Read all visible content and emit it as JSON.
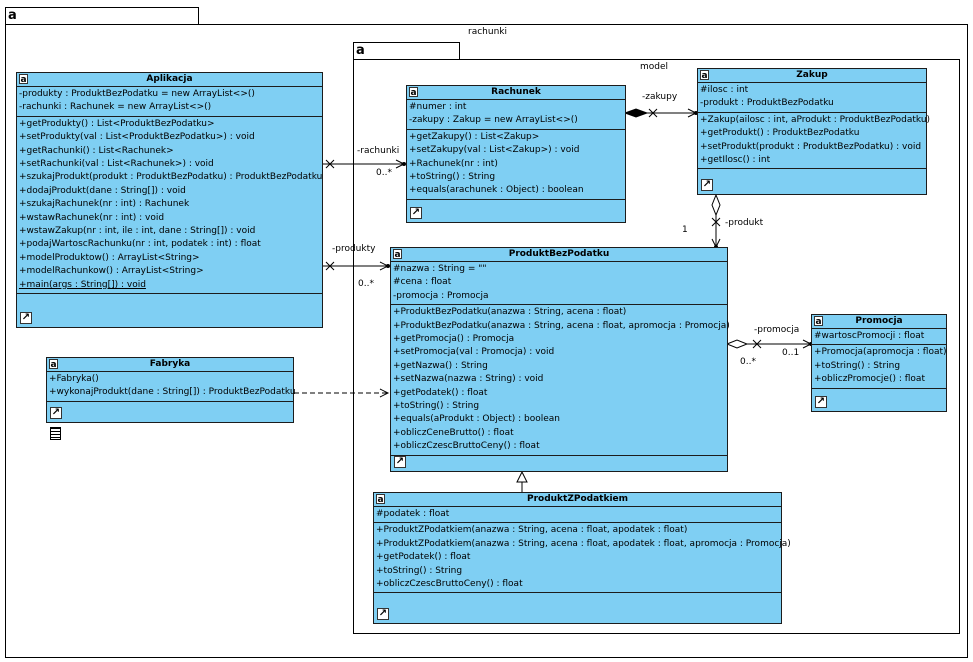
{
  "packages": {
    "root": {
      "icon": "package-icon"
    },
    "rachunki": {
      "name": "rachunki",
      "icon": "package-icon"
    },
    "model": {
      "name": "model",
      "icon": "package-icon"
    }
  },
  "classes": {
    "aplikacja": {
      "name": "Aplikacja",
      "attributes": [
        "-produkty : ProduktBezPodatku = new ArrayList<>()",
        "-rachunki : Rachunek = new ArrayList<>()"
      ],
      "operations": [
        "+getProdukty() : List<ProduktBezPodatku>",
        "+setProdukty(val : List<ProduktBezPodatku>) : void",
        "+getRachunki() : List<Rachunek>",
        "+setRachunki(val : List<Rachunek>) : void",
        "+szukajProdukt(produkt : ProduktBezPodatku) : ProduktBezPodatku",
        "+dodajProdukt(dane : String[]) : void",
        "+szukajRachunek(nr : int) : Rachunek",
        "+wstawRachunek(nr : int) : void",
        "+wstawZakup(nr : int, ile : int, dane : String[]) : void",
        "+podajWartoscRachunku(nr : int, podatek : int) : float",
        "+modelProduktow() : ArrayList<String>",
        "+modelRachunkow() : ArrayList<String>",
        "+main(args : String[]) : void"
      ]
    },
    "fabryka": {
      "name": "Fabryka",
      "attributes": [],
      "operations": [
        "+Fabryka()",
        "+wykonajProdukt(dane : String[]) : ProduktBezPodatku"
      ]
    },
    "rachunek": {
      "name": "Rachunek",
      "attributes": [
        "#numer : int",
        "-zakupy : Zakup = new ArrayList<>()"
      ],
      "operations": [
        "+getZakupy() : List<Zakup>",
        "+setZakupy(val : List<Zakup>) : void",
        "+Rachunek(nr : int)",
        "+toString() : String",
        "+equals(arachunek : Object) : boolean"
      ]
    },
    "zakup": {
      "name": "Zakup",
      "attributes": [
        "#ilosc : int",
        "-produkt : ProduktBezPodatku"
      ],
      "operations": [
        "+Zakup(ailosc : int, aProdukt : ProduktBezPodatku)",
        "+getProdukt() : ProduktBezPodatku",
        "+setProdukt(produkt : ProduktBezPodatku) : void",
        "+getIlosc() : int"
      ]
    },
    "produktBezPodatku": {
      "name": "ProduktBezPodatku",
      "attributes": [
        "#nazwa : String = \"\"",
        "#cena : float",
        "-promocja : Promocja"
      ],
      "operations": [
        "+ProduktBezPodatku(anazwa : String, acena : float)",
        "+ProduktBezPodatku(anazwa : String, acena : float, apromocja : Promocja)",
        "+getPromocja() : Promocja",
        "+setPromocja(val : Promocja) : void",
        "+getNazwa() : String",
        "+setNazwa(nazwa : String) : void",
        "+getPodatek() : float",
        "+toString() : String",
        "+equals(aProdukt : Object) : boolean",
        "+obliczCeneBrutto() : float",
        "+obliczCzescBruttoCeny() : float"
      ]
    },
    "promocja": {
      "name": "Promocja",
      "attributes": [
        "#wartoscPromocji : float"
      ],
      "operations": [
        "+Promocja(apromocja : float)",
        "+toString() : String",
        "+obliczPromocje() : float"
      ]
    },
    "produktZPodatkiem": {
      "name": "ProduktZPodatkiem",
      "attributes": [
        "#podatek : float"
      ],
      "operations": [
        "+ProduktZPodatkiem(anazwa : String, acena : float, apodatek : float)",
        "+ProduktZPodatkiem(anazwa : String, acena : float, apodatek : float, apromocja : Promocja)",
        "+getPodatek() : float",
        "+toString() : String",
        "+obliczCzescBruttoCeny() : float"
      ]
    }
  },
  "associations": {
    "rachunki_role": "-rachunki",
    "rachunki_mult": "0..*",
    "produkty_role": "-produkty",
    "produkty_mult": "0..*",
    "zakupy_role": "-zakupy",
    "produkt_role": "-produkt",
    "produkt_mult": "1",
    "promocja_role": "-promocja",
    "promocja_mult_target": "0..1",
    "promocja_mult_source": "0..*"
  },
  "colors": {
    "class_fill": "#7fcff3",
    "class_border": "#1c1c1c"
  }
}
